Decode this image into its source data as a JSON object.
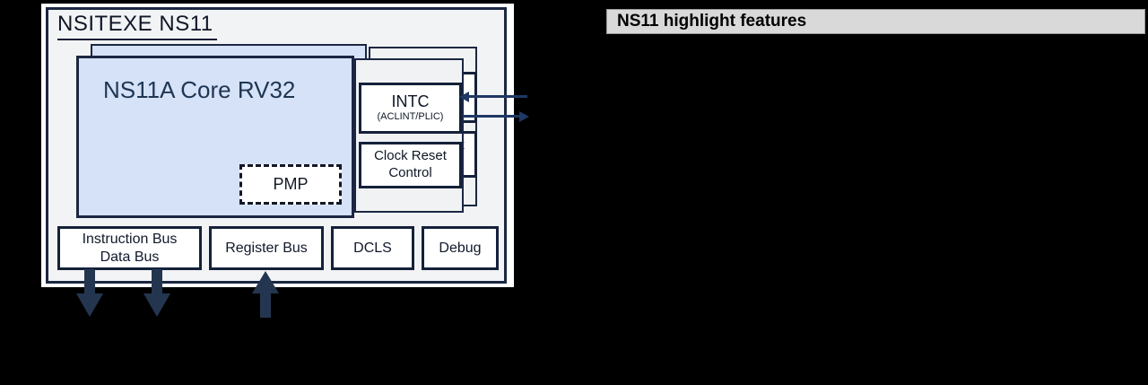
{
  "header_bar": {
    "title": "NS11 highlight features"
  },
  "diagram": {
    "title": "NSITEXE NS11",
    "core": {
      "label": "NS11A Core RV32"
    },
    "pmp": {
      "label": "PMP"
    },
    "intc": {
      "label": "INTC",
      "sublabel": "(ACLINT/PLIC)"
    },
    "clock_reset": {
      "line1": "Clock Reset",
      "line2": "Control"
    },
    "bus_boxes": [
      {
        "lines": [
          "Instruction Bus",
          "Data Bus"
        ]
      },
      {
        "lines": [
          "Register Bus"
        ]
      },
      {
        "lines": [
          "DCLS"
        ]
      },
      {
        "lines": [
          "Debug"
        ]
      }
    ],
    "arrows": {
      "interrupt_in": "into INTC",
      "interrupt_out": "out of INTC",
      "instruction_data_bus": "two down arrows",
      "register_bus": "one up arrow"
    }
  },
  "colors": {
    "background": "#000000",
    "core_fill": "#d5e2f7",
    "panel_fill": "#f1f2f4",
    "frame_fill": "#f2f3f5",
    "box_border": "#1b2742",
    "thin_arrow": "#1f3864",
    "thick_arrow": "#24364f",
    "header_bg": "#d9d9d9"
  }
}
